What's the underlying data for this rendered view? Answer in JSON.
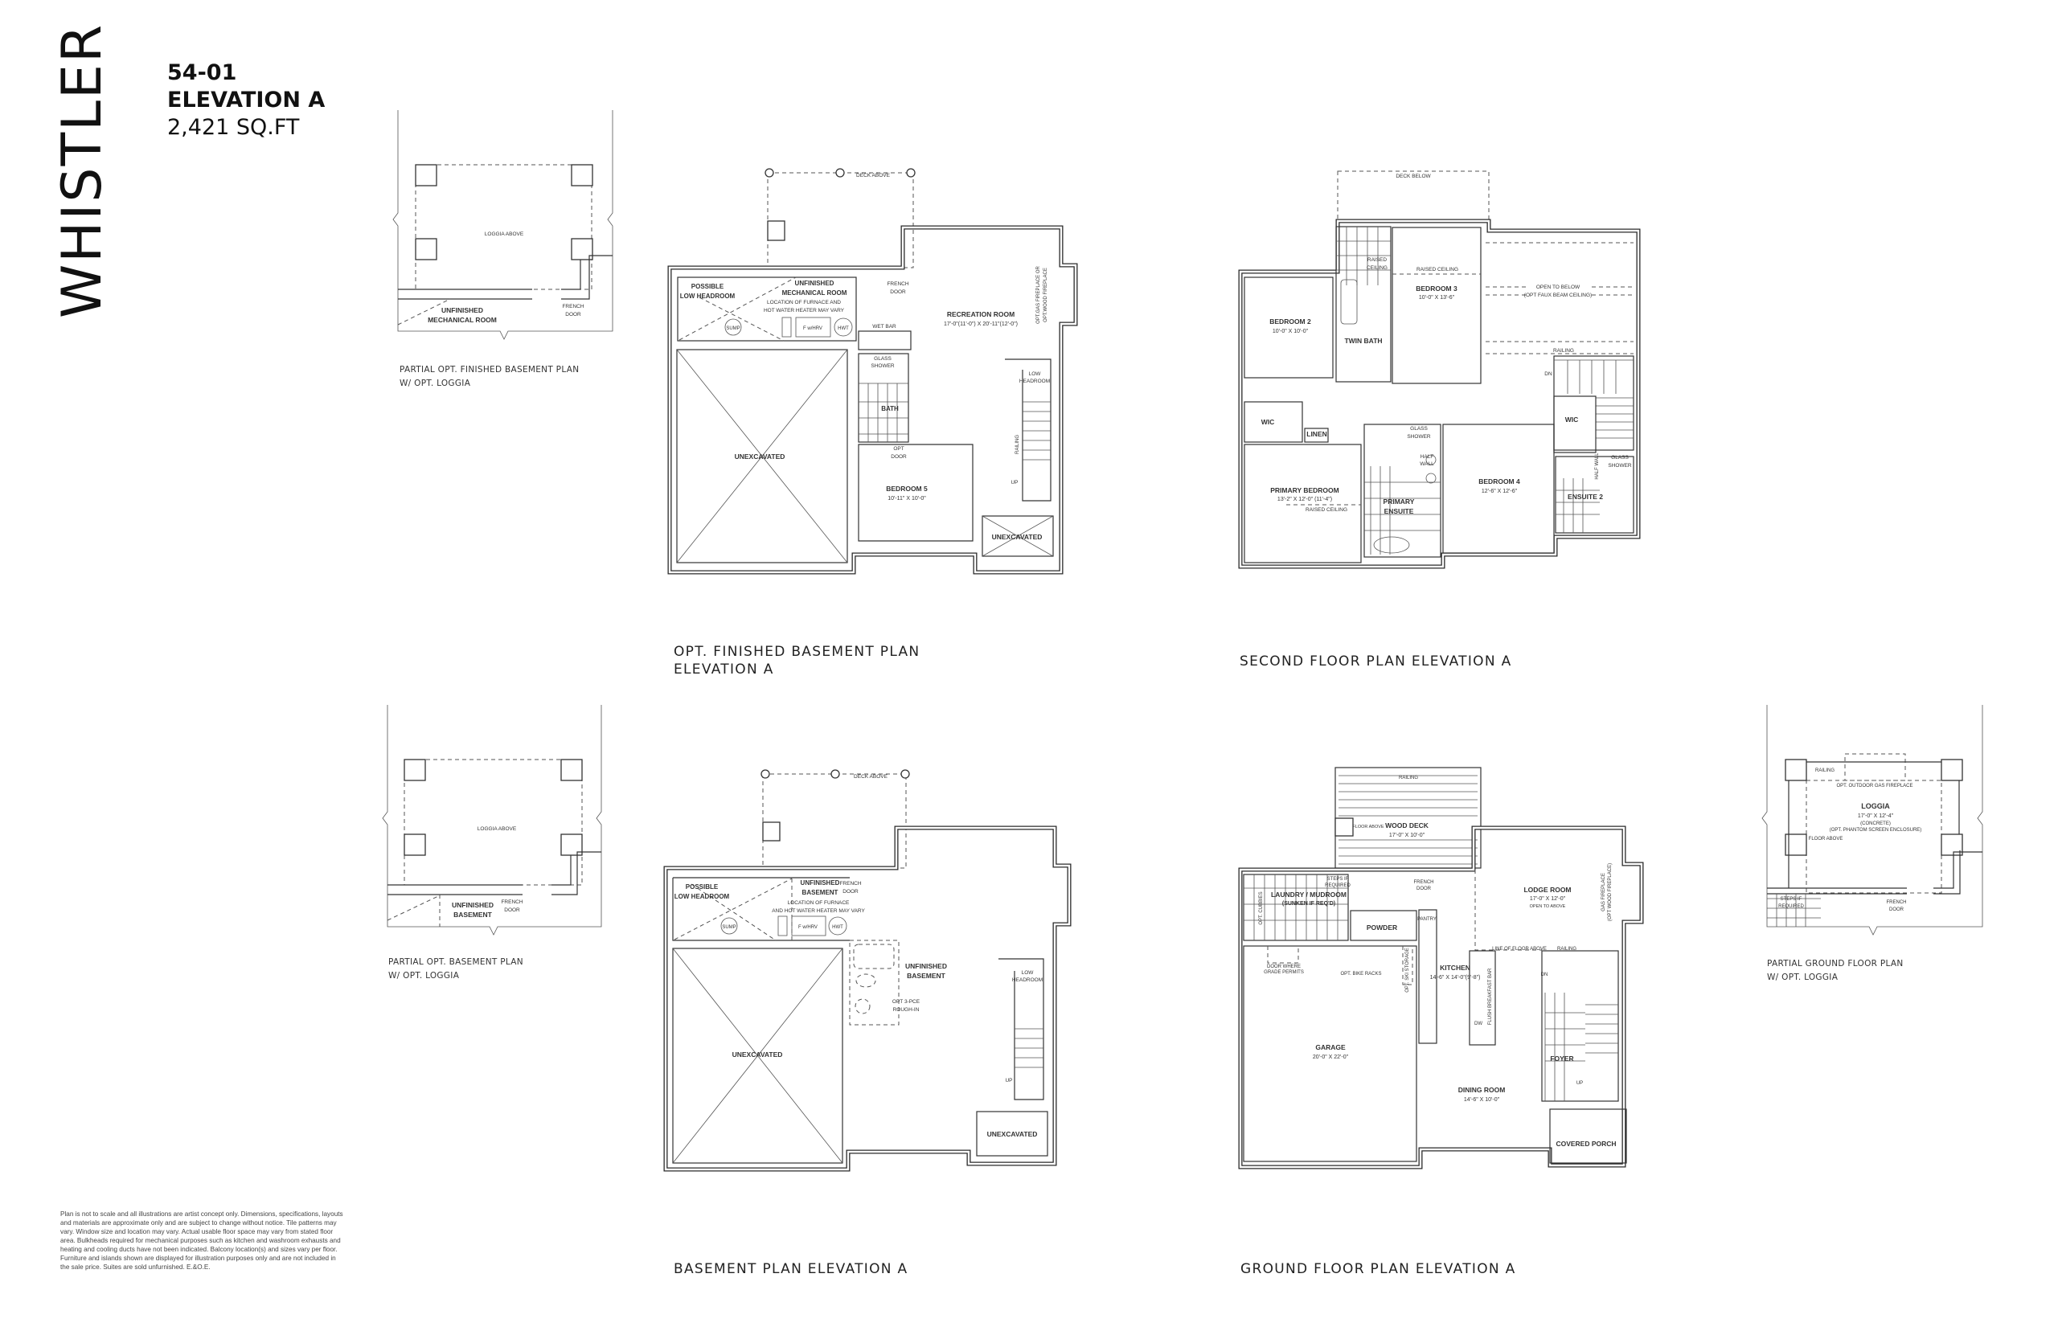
{
  "header": {
    "model_name": "WHISTLER",
    "model_code": "54-01",
    "elevation": "ELEVATION A",
    "area": "2,421 SQ.FT"
  },
  "plans": {
    "partial_finished_basement": {
      "caption": [
        "PARTIAL OPT. FINISHED BASEMENT PLAN",
        "W/ OPT. LOGGIA"
      ],
      "labels": [
        "LOGGIA ABOVE",
        "UNFINISHED",
        "MECHANICAL ROOM",
        "FRENCH",
        "DOOR"
      ]
    },
    "finished_basement": {
      "caption": [
        "OPT. FINISHED BASEMENT PLAN",
        "ELEVATION A"
      ],
      "labels": [
        "DECK ABOVE",
        "POSSIBLE",
        "LOW HEADROOM",
        "UNFINISHED",
        "MECHANICAL ROOM",
        "LOCATION OF FURNACE AND",
        "HOT WATER HEATER MAY VARY",
        "SUMP",
        "F w/HRV",
        "HWT",
        "FRENCH",
        "DOOR",
        "WET BAR",
        "GLASS",
        "SHOWER",
        "BATH",
        "OPT",
        "DOOR",
        "RECREATION ROOM",
        "17'-0\"(11'-0\") X 20'-11\"(12'-0\")",
        "OPT.GAS FIREPLACE OR",
        "OPT.WOOD FIREPLACE",
        "LOW",
        "HEADROOM",
        "RAILING",
        "UP",
        "BEDROOM 5",
        "10'-11\" X 10'-0\"",
        "UNEXCAVATED",
        "UNEXCAVATED"
      ]
    },
    "second_floor": {
      "caption": [
        "SECOND FLOOR PLAN ELEVATION A"
      ],
      "labels": [
        "DECK BELOW",
        "RAISED",
        "CEILING",
        "RAISED CEILING",
        "BEDROOM 3",
        "10'-0\" X 13'-6\"",
        "OPEN TO BELOW",
        "(OPT FAUX BEAM CEILING)",
        "BEDROOM 2",
        "10'-0\" X 10'-0\"",
        "TWIN BATH",
        "RAILING",
        "DN",
        "WIC",
        "LINEN",
        "WIC",
        "GLASS",
        "SHOWER",
        "HALF",
        "WALL",
        "PRIMARY BEDROOM",
        "13'-2\" X 12'-0\" (11'-4\")",
        "RAISED CEILING",
        "PRIMARY",
        "ENSUITE",
        "BEDROOM 4",
        "12'-6\" X 12'-6\"",
        "GLASS",
        "SHOWER",
        "HALF WALL",
        "ENSUITE 2"
      ]
    },
    "partial_basement": {
      "caption": [
        "PARTIAL OPT. BASEMENT PLAN",
        "W/ OPT. LOGGIA"
      ],
      "labels": [
        "LOGGIA ABOVE",
        "UNFINISHED",
        "BASEMENT",
        "FRENCH",
        "DOOR"
      ]
    },
    "basement": {
      "caption": [
        "BASEMENT PLAN ELEVATION A"
      ],
      "labels": [
        "DECK ABOVE",
        "POSSIBLE",
        "LOW HEADROOM",
        "UNFINISHED",
        "BASEMENT",
        "FRENCH",
        "DOOR",
        "LOCATION OF FURNACE",
        "AND HOT WATER HEATER MAY VARY",
        "SUMP",
        "F w/HRV",
        "HWT",
        "UNFINISHED",
        "BASEMENT",
        "OPT 3-PCE",
        "ROUGH-IN",
        "LOW",
        "HEADROOM",
        "UP",
        "UNEXCAVATED",
        "UNEXCAVATED"
      ]
    },
    "ground_floor": {
      "caption": [
        "GROUND FLOOR PLAN ELEVATION A"
      ],
      "labels": [
        "RAILING",
        "FLOOR ABOVE",
        "WOOD DECK",
        "17'-0\" X 10'-0\"",
        "STEPS IF",
        "REQUIRED",
        "LAUNDRY / MUDROOM",
        "(SUNKEN IF REQ'D)",
        "OPT. CUBBIES",
        "POWDER",
        "FRENCH",
        "DOOR",
        "PANTRY",
        "LODGE ROOM",
        "17'-0\" X 12'-0\"",
        "OPEN TO ABOVE",
        "GAS FIREPLACE",
        "(OPT WOOD FIREPLACE)",
        "LINE OF FLOOR ABOVE",
        "RAILING",
        "DN",
        "DOOR WHERE",
        "GRADE PERMITS",
        "OPT. BIKE RACKS",
        "OPT. SKI STORAGE",
        "KITCHEN",
        "14'-6\" X 14'-0\"(9'-8\")",
        "FLUSH BREAKFAST BAR",
        "DW",
        "GARAGE",
        "20'-0\" X 22'-0\"",
        "FOYER",
        "UP",
        "DINING ROOM",
        "14'-6\" X 10'-0\"",
        "COVERED PORCH"
      ]
    },
    "partial_ground_floor": {
      "caption": [
        "PARTIAL GROUND FLOOR PLAN",
        "W/ OPT. LOGGIA"
      ],
      "labels": [
        "RAILING",
        "OPT. OUTDOOR GAS FIREPLACE",
        "LOGGIA",
        "17'-0\" X 12'-4\"",
        "(CONCRETE)",
        "(OPT. PHANTOM SCREEN ENCLOSURE)",
        "FLOOR ABOVE",
        "STEPS IF",
        "REQUIRED",
        "FRENCH",
        "DOOR"
      ]
    }
  },
  "disclaimer": "Plan is not to scale and all illustrations are artist concept only. Dimensions, specifications, layouts and materials are approximate only and are subject to change without notice. Tile patterns may vary. Window size and location may vary. Actual usable floor space may vary from stated floor area. Bulkheads required for mechanical purposes such as kitchen and washroom exhausts and heating and cooling ducts have not been indicated. Balcony location(s) and sizes vary per floor. Furniture and islands shown are displayed for illustration purposes only and are not included in the sale price. Suites are sold unfurnished. E.&O.E."
}
